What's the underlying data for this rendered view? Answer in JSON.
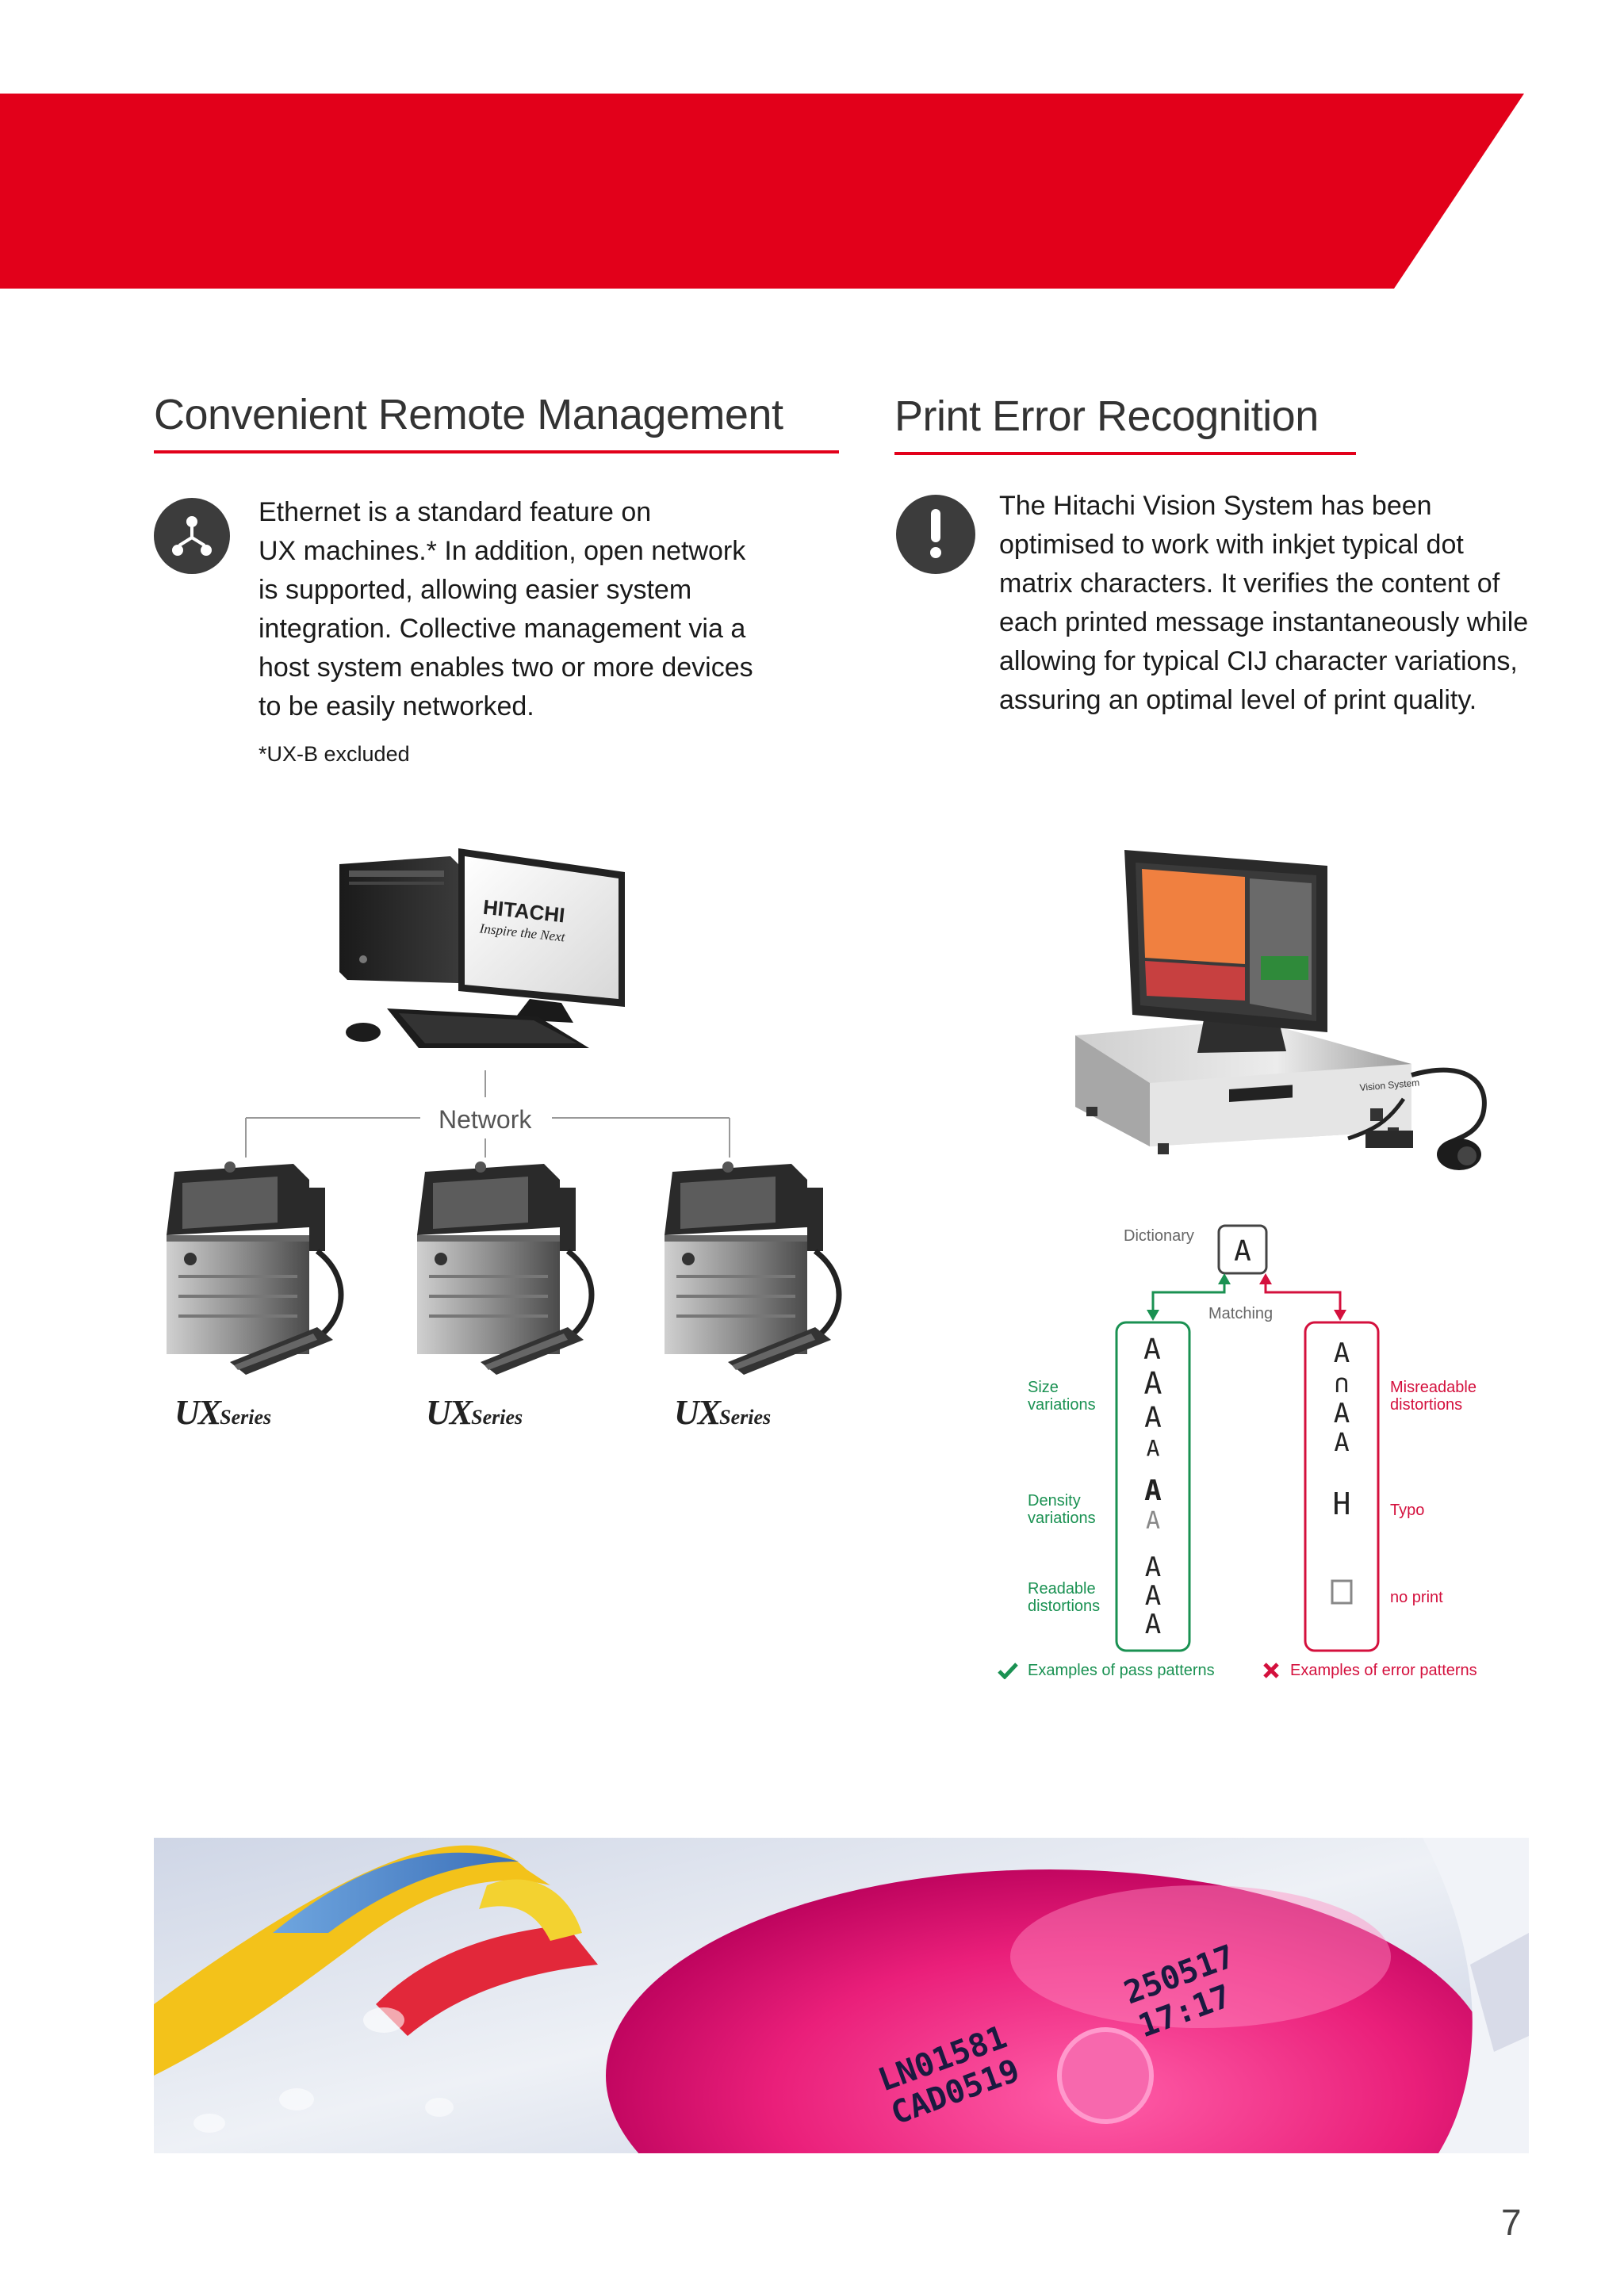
{
  "left_section": {
    "title": "Convenient Remote Management",
    "icon": "network-icon",
    "paragraph_lines": [
      "Ethernet is a standard feature on",
      "UX machines.* In addition, open network",
      "is supported, allowing easier system",
      "integration. Collective management via a",
      "host system enables two or more devices",
      "to be easily networked."
    ],
    "footnote": "*UX-B excluded",
    "network_label": "Network",
    "computer_brand": "HITACHI",
    "computer_slogan": "Inspire the Next",
    "printer_label_main": "UX",
    "printer_label_series": "Series"
  },
  "right_section": {
    "title": "Print Error Recognition",
    "icon": "exclamation-icon",
    "paragraph_lines": [
      "The Hitachi Vision System has been",
      "optimised to work with inkjet typical dot",
      "matrix characters. It verifies the content of",
      "each printed message instantaneously while",
      "allowing for typical CIJ character variations,",
      "assuring an optimal level of print quality."
    ],
    "device_label": "Vision System",
    "diagram": {
      "dictionary_label": "Dictionary",
      "dictionary_char": "A",
      "matching_label": "Matching",
      "pass_labels": [
        {
          "line1": "Size",
          "line2": "variations"
        },
        {
          "line1": "Density",
          "line2": "variations"
        },
        {
          "line1": "Readable",
          "line2": "distortions"
        }
      ],
      "error_labels": [
        {
          "line1": "Misreadable",
          "line2": "distortions"
        },
        {
          "line1": "Typo",
          "line2": ""
        },
        {
          "line1": "no print",
          "line2": ""
        }
      ],
      "pass_legend": "Examples of pass patterns",
      "error_legend": "Examples of error patterns",
      "typo_char": "H",
      "pass_color": "#1a9152",
      "error_color": "#d4103d"
    }
  },
  "photo": {
    "print_line_1": "LN01581",
    "print_line_2": "CAD0519",
    "print_line_3": "250517",
    "print_line_4": "17:17"
  },
  "page_number": "7",
  "colors": {
    "brand_red": "#e2001a"
  }
}
